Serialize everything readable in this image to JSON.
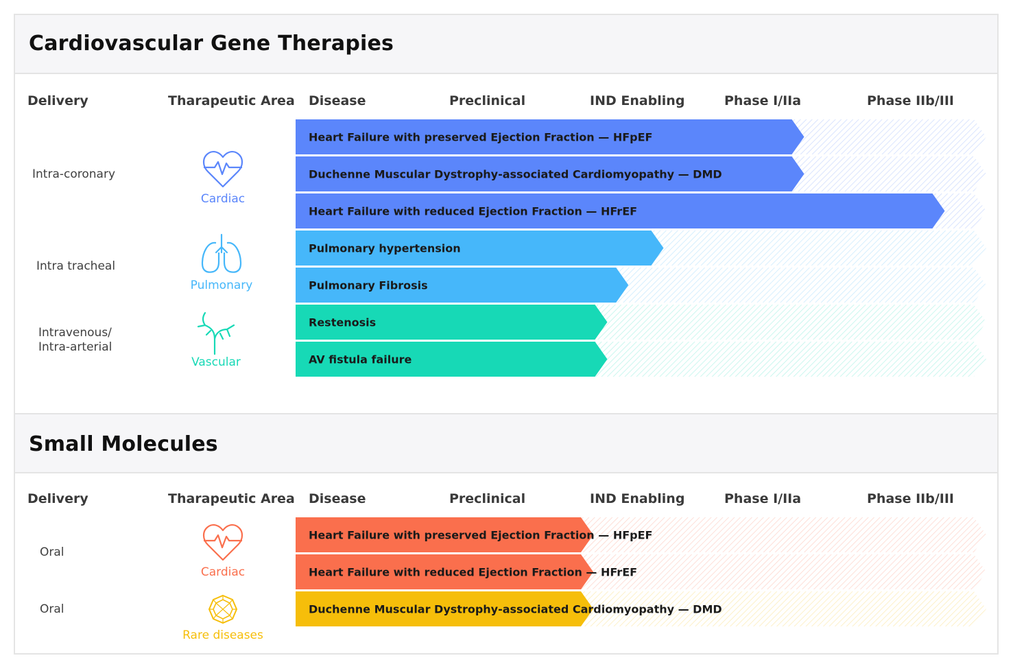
{
  "chart_data": [
    {
      "type": "bar",
      "title": "Cardiovascular Gene Therapies",
      "columns": [
        "Delivery",
        "Tharapeutic Area",
        "Disease",
        "Preclinical",
        "IND Enabling",
        "Phase I/IIa",
        "Phase IIb/III"
      ],
      "stages": [
        "Preclinical",
        "IND Enabling",
        "Phase I/IIa",
        "Phase IIb/III"
      ],
      "groups": [
        {
          "delivery": "Intra-coronary",
          "area": "Cardiac",
          "icon": "heart-pulse-icon",
          "color": "#5b86fb"
        },
        {
          "delivery": "Intra tracheal",
          "area": "Pulmonary",
          "icon": "lungs-icon",
          "color": "#46b7fa"
        },
        {
          "delivery": "Intravenous/\nIntra-arterial",
          "area": "Vascular",
          "icon": "vessel-icon",
          "color": "#17d9b6"
        }
      ],
      "programs": [
        {
          "disease": "Heart Failure with preserved Ejection Fraction — HFpEF",
          "group": 0,
          "progress": 3.5
        },
        {
          "disease": "Duchenne Muscular Dystrophy-associated Cardiomyopathy — DMD",
          "group": 0,
          "progress": 3.5
        },
        {
          "disease": "Heart Failure with reduced Ejection Fraction — HFrEF",
          "group": 0,
          "progress": 4.5
        },
        {
          "disease": "Pulmonary hypertension",
          "group": 1,
          "progress": 2.5
        },
        {
          "disease": "Pulmonary Fibrosis",
          "group": 1,
          "progress": 2.25
        },
        {
          "disease": "Restenosis",
          "group": 2,
          "progress": 2.1
        },
        {
          "disease": "AV fistula failure",
          "group": 2,
          "progress": 2.1
        }
      ]
    },
    {
      "type": "bar",
      "title": "Small Molecules",
      "columns": [
        "Delivery",
        "Tharapeutic Area",
        "Disease",
        "Preclinical",
        "IND Enabling",
        "Phase I/IIa",
        "Phase IIb/III"
      ],
      "stages": [
        "Preclinical",
        "IND Enabling",
        "Phase I/IIa",
        "Phase IIb/III"
      ],
      "groups": [
        {
          "delivery": "Oral",
          "area": "Cardiac",
          "icon": "heart-pulse-icon",
          "color": "#fa6f4d"
        },
        {
          "delivery": "Oral",
          "area": "Rare diseases",
          "icon": "gem-icon",
          "color": "#f6be0a"
        }
      ],
      "programs": [
        {
          "disease": "Heart Failure with preserved Ejection Fraction — HFpEF",
          "group": 0,
          "progress": 2.0
        },
        {
          "disease": "Heart Failure with reduced Ejection Fraction — HFrEF",
          "group": 0,
          "progress": 2.0
        },
        {
          "disease": "Duchenne Muscular Dystrophy-associated Cardiomyopathy — DMD",
          "group": 1,
          "progress": 2.0
        }
      ]
    }
  ],
  "colors": {
    "cardiac_gene": "#5b86fb",
    "pulmonary": "#46b7fa",
    "vascular": "#17d9b6",
    "cardiac_small": "#fa6f4d",
    "rare": "#f6be0a",
    "header_bg": "#f6f6f8",
    "border": "#e4e4e4"
  }
}
